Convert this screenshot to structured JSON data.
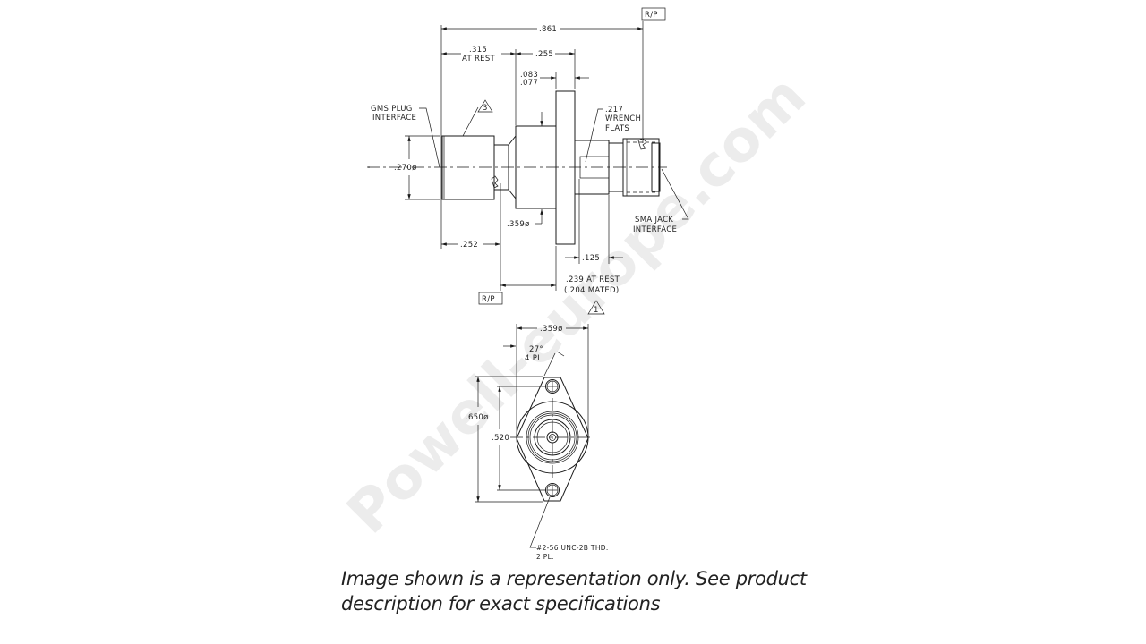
{
  "watermark": "Powell-europe.com",
  "caption": "Image shown is a representation only. See product description for exact specifications",
  "side_view": {
    "dimensions": {
      "overall_length": ".861",
      "plug_length_value": ".315",
      "plug_length_note": "AT REST",
      "body_length": ".255",
      "flange_thickness_max": ".083",
      "flange_thickness_min": ".077",
      "plug_diameter": ".270ø",
      "body_diameter": ".359ø",
      "plug_to_rp": ".252",
      "flat_offset": ".125",
      "rp_to_flange_rest": ".239 AT REST",
      "rp_to_flange_mated": "(.204 MATED)"
    },
    "callouts": {
      "gms_plug_line1": "GMS PLUG",
      "gms_plug_line2": "INTERFACE",
      "wrench_value": ".217",
      "wrench_line1": "WRENCH",
      "wrench_line2": "FLATS",
      "sma_line1": "SMA JACK",
      "sma_line2": "INTERFACE"
    },
    "reference_labels": {
      "rp_top": "R/P",
      "rp_bottom": "R/P"
    },
    "notes": {
      "note_3": "3",
      "note_1": "1"
    }
  },
  "front_view": {
    "dimensions": {
      "body_diameter": ".359ø",
      "angle": "27°",
      "angle_qty": "4 PL.",
      "flange_diameter": ".650ø",
      "hole_spacing": ".520"
    },
    "callouts": {
      "thread_line1": "#2-56 UNC-2B THD.",
      "thread_line2": "2 PL."
    }
  }
}
